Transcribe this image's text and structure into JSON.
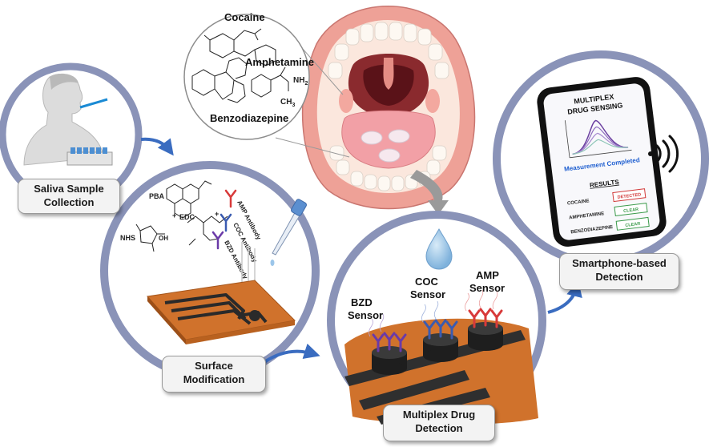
{
  "molecules": {
    "cocaine": "Cocaine",
    "amphetamine": "Amphetamine",
    "benzodiazepine": "Benzodiazepine",
    "nh2": "NH",
    "nh2_sub": "2",
    "ch3": "CH",
    "ch3_sub": "3"
  },
  "steps": {
    "saliva": {
      "line1": "Saliva Sample",
      "line2": "Collection"
    },
    "surface": {
      "line1": "Surface",
      "line2": "Modification"
    },
    "multiplex": {
      "line1": "Multiplex Drug",
      "line2": "Detection"
    },
    "smartphone": {
      "line1": "Smartphone-based",
      "line2": "Detection"
    }
  },
  "reagents": {
    "pba": "PBA",
    "edc": "EDC",
    "nhs": "NHS",
    "oh": "OH",
    "plus1": "+",
    "plus2": "+",
    "amp_antibody": "AMP Antibody",
    "coc_antibody": "COC Antibody",
    "bzd_antibody": "BZD Antibody"
  },
  "sensors": {
    "bzd": {
      "line1": "BZD",
      "line2": "Sensor"
    },
    "coc": {
      "line1": "COC",
      "line2": "Sensor"
    },
    "amp": {
      "line1": "AMP",
      "line2": "Sensor"
    }
  },
  "phone": {
    "title_line1": "MULTIPLEX",
    "title_line2": "DRUG SENSING",
    "status": "Measurement Completed",
    "results_heading": "RESULTS",
    "results": [
      {
        "drug": "COCAINE",
        "status": "DETECTED"
      },
      {
        "drug": "AMPHETAMINE",
        "status": "CLEAR"
      },
      {
        "drug": "BENZODIAZEPINE",
        "status": "CLEAR"
      }
    ]
  },
  "colors": {
    "ring": "#8a93b8",
    "arrow": "#3a6cc0",
    "copper": "#d0722c",
    "detected": "#d23a3a",
    "clear": "#3a9a4a",
    "status_blue": "#1f5fd0"
  }
}
